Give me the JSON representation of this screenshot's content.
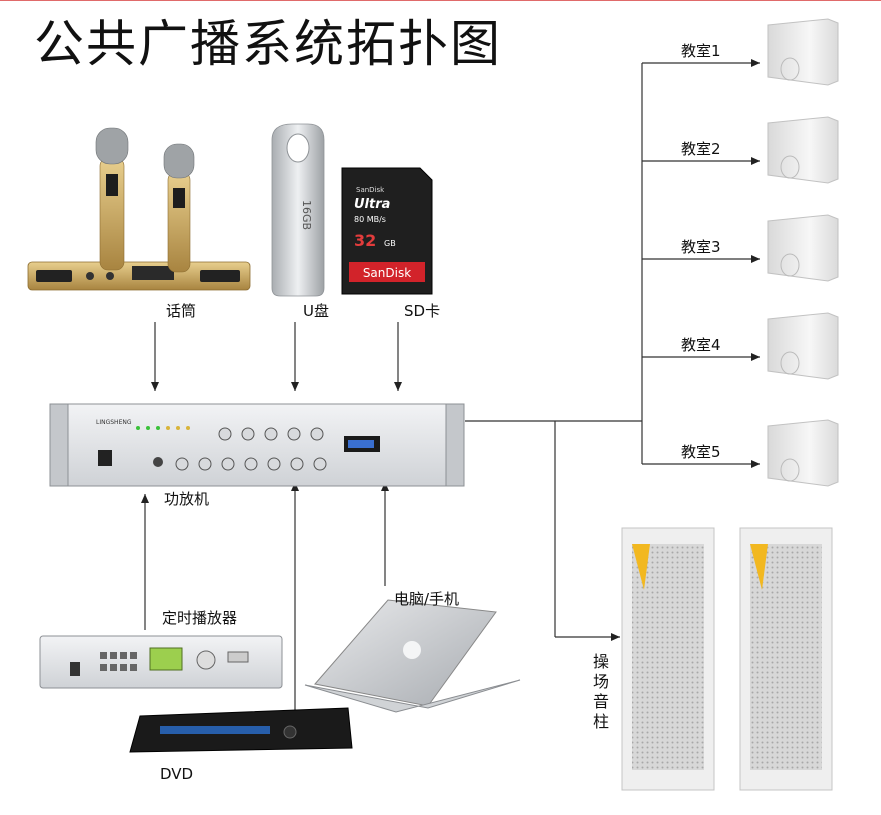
{
  "title": "公共广播系统拓扑图",
  "inputs_top": {
    "mic": "话筒",
    "usb": "U盘",
    "sd": "SD卡"
  },
  "usb_capacity": "16GB",
  "sd_card": {
    "brand_top": "SanDisk",
    "line": "Ultra",
    "speed": "80 MB/s",
    "capacity": "32",
    "unit": "GB",
    "brand": "SanDisk"
  },
  "amplifier": {
    "label": "功放机",
    "brand": "LINGSHENG"
  },
  "inputs_bottom": {
    "timer": "定时播放器",
    "dvd": "DVD",
    "pc": "电脑/手机"
  },
  "classrooms": [
    "教室1",
    "教室2",
    "教室3",
    "教室4",
    "教室5"
  ],
  "playground": {
    "label": "操场音柱",
    "chars": [
      "操",
      "场",
      "音",
      "柱"
    ]
  },
  "colors": {
    "line": "#333333",
    "speaker": "#ececec",
    "gold": "#c8a45a",
    "sd_red": "#d2232a"
  }
}
